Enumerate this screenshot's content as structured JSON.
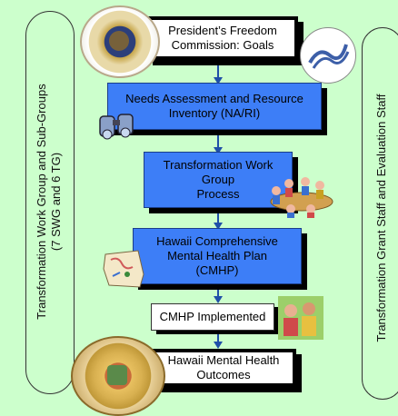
{
  "side_labels": {
    "left": "Transformation Work Group and Sub-Groups (7 SWG and 6 TG)",
    "left_line1": "Transformation Work Group and Sub-Groups",
    "left_line2": "(7 SWG and 6 TG)",
    "right": "Transformation Grant Staff and Evaluation Staff"
  },
  "flow": {
    "step1_line1": "President’s Freedom",
    "step1_line2": "Commission: Goals",
    "step2_line1": "Needs Assessment and Resource",
    "step2_line2": "Inventory (NA/RI)",
    "step3_line1": "Transformation Work",
    "step3_line2": "Group",
    "step3_line3": "Process",
    "step4_line1": "Hawaii Comprehensive",
    "step4_line2": "Mental Health Plan",
    "step4_line3": "(CMHP)",
    "step5": "CMHP Implemented",
    "step6_line1": "Hawaii Mental Health",
    "step6_line2": "Outcomes"
  },
  "colors": {
    "background": "#ccffcc",
    "blue_box": "#3d7ef7",
    "arrow": "#1f4fa8"
  },
  "icons": [
    "presidential-seal-icon",
    "hhs-logo-icon",
    "binoculars-icon",
    "meeting-people-icon",
    "map-icon",
    "family-photo-icon",
    "hawaii-state-seal-icon"
  ]
}
